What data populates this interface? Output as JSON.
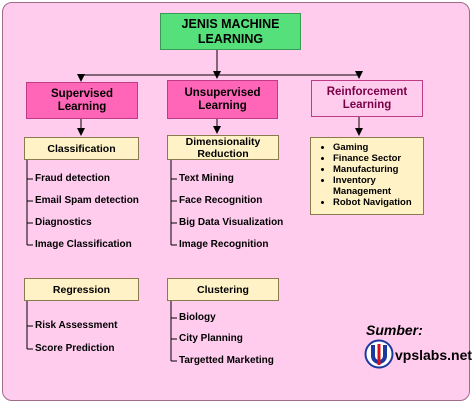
{
  "title": "JENIS MACHINE LEARNING",
  "categories": {
    "supervised": "Supervised Learning",
    "unsupervised": "Unsupervised Learning",
    "reinforcement": "Reinforcement Learning"
  },
  "subgroups": {
    "classification": {
      "label": "Classification",
      "items": [
        "Fraud detection",
        "Email Spam detection",
        "Diagnostics",
        "Image Classification"
      ]
    },
    "dimensionality": {
      "label": "Dimensionality Reduction",
      "items": [
        "Text Mining",
        "Face Recognition",
        "Big Data Visualization",
        "Image Recognition"
      ]
    },
    "regression": {
      "label": "Regression",
      "items": [
        "Risk Assessment",
        "Score Prediction"
      ]
    },
    "clustering": {
      "label": "Clustering",
      "items": [
        "Biology",
        "City Planning",
        "Targetted Marketing"
      ]
    }
  },
  "reinforcement_items": [
    "Gaming",
    "Finance Sector",
    "Manufacturing",
    "Inventory Management",
    "Robot Navigation"
  ],
  "source": {
    "label": "Sumber:",
    "brand": "vpslabs.net"
  },
  "colors": {
    "background": "#ffccee",
    "title_box": "#55e07c",
    "category_box": "#ff66b8",
    "leaf_box": "#fff2c6",
    "logo_blue": "#1c3a9e",
    "logo_red": "#d8101c"
  }
}
